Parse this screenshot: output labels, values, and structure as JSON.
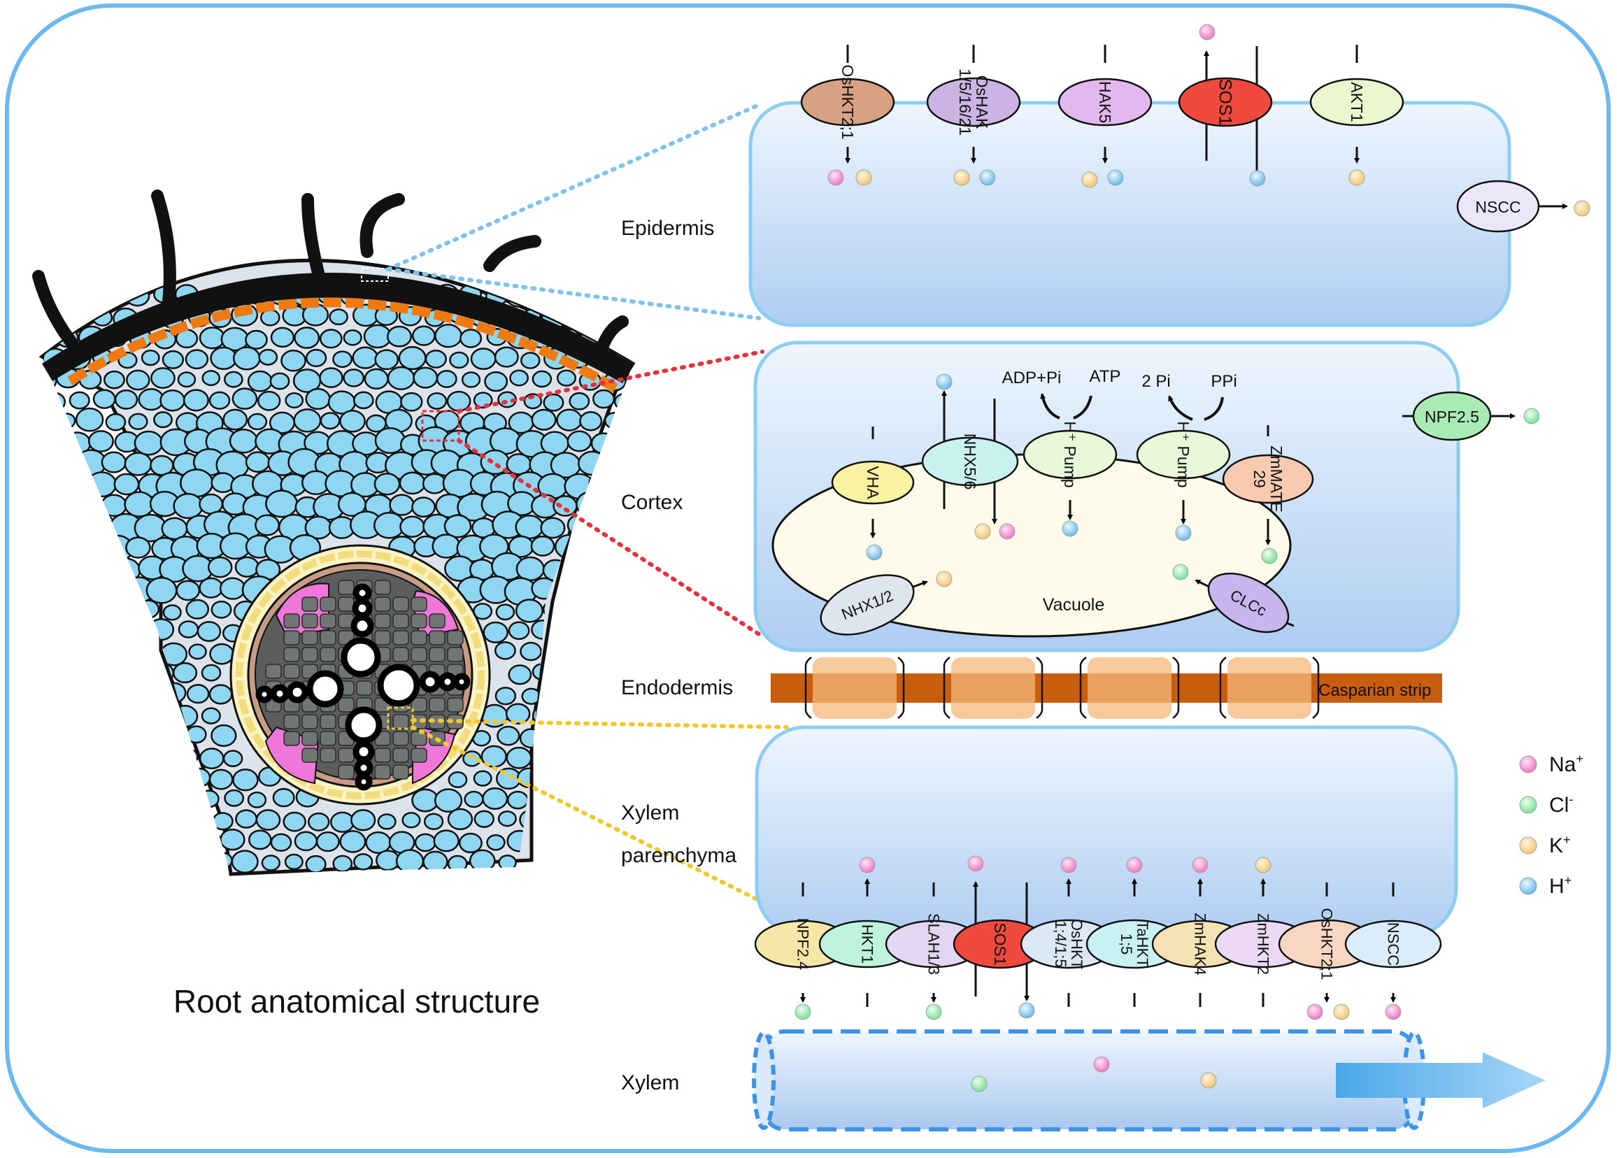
{
  "title": "Root anatomical structure",
  "tissues": {
    "epidermis": "Epidermis",
    "cortex": "Cortex",
    "endodermis": "Endodermis",
    "xylem_parenchyma_1": "Xylem",
    "xylem_parenchyma_2": "parenchyma",
    "xylem": "Xylem"
  },
  "labels": {
    "vacuole": "Vacuole",
    "casparian": "Casparian strip",
    "adp_pi": "ADP+Pi",
    "atp": "ATP",
    "two_pi": "2 Pi",
    "ppi": "PPi"
  },
  "legend": [
    {
      "label": "Na",
      "sup": "+",
      "color": "#f06dbf"
    },
    {
      "label": "Cl",
      "sup": "-",
      "color": "#8ee8a9"
    },
    {
      "label": "K",
      "sup": "+",
      "color": "#f7cf86"
    },
    {
      "label": "H",
      "sup": "+",
      "color": "#7cc3ec"
    }
  ],
  "transporters": {
    "epidermis": [
      "OsHKT2;1",
      "OsHAK 1/5/16/21",
      "HAK5",
      "SOS1",
      "AKT1",
      "NSCC"
    ],
    "cortex": [
      "VHA",
      "NHX5/6",
      "H⁺ Pump",
      "H⁺ Pump",
      "ZmMATE 29",
      "NPF2.5",
      "NHX1/2",
      "CLCc"
    ],
    "xylem_parenchyma": [
      "NPF2.4",
      "HKT1",
      "SLAH1/3",
      "SOS1",
      "OsHKT 1;4/1;5",
      "TaHKT 1;5",
      "ZmHAK4",
      "ZmHKT2",
      "OsHKT2;1",
      "NSCC"
    ]
  },
  "colors": {
    "frame": "#6cb8ef",
    "panel_fill": "#cfe6fa",
    "casparian": "#c85d10",
    "casparian_band": "#f5b87a",
    "sos1": "#f04a3e",
    "na": "#f06dbf",
    "cl": "#8ee8a9",
    "k": "#f7cf86",
    "h": "#7cc3ec"
  }
}
